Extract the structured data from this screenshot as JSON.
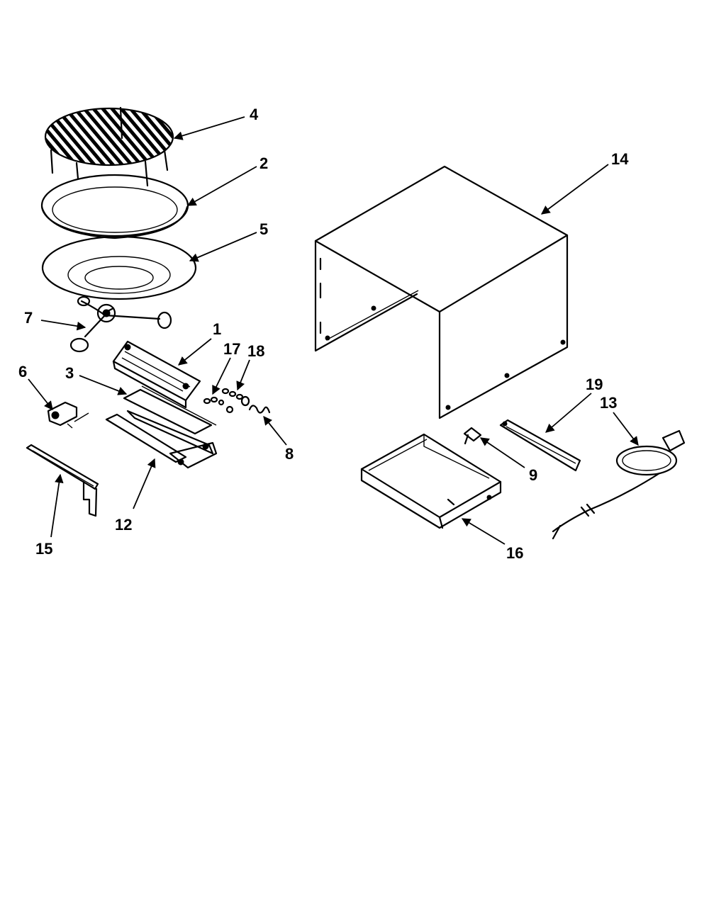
{
  "callouts": [
    {
      "id": "4",
      "label": "4"
    },
    {
      "id": "2",
      "label": "2"
    },
    {
      "id": "5",
      "label": "5"
    },
    {
      "id": "7",
      "label": "7"
    },
    {
      "id": "1",
      "label": "1"
    },
    {
      "id": "17",
      "label": "17"
    },
    {
      "id": "18",
      "label": "18"
    },
    {
      "id": "3",
      "label": "3"
    },
    {
      "id": "6",
      "label": "6"
    },
    {
      "id": "8",
      "label": "8"
    },
    {
      "id": "12",
      "label": "12"
    },
    {
      "id": "15",
      "label": "15"
    },
    {
      "id": "14",
      "label": "14"
    },
    {
      "id": "19",
      "label": "19"
    },
    {
      "id": "13",
      "label": "13"
    },
    {
      "id": "9",
      "label": "9"
    },
    {
      "id": "16",
      "label": "16"
    }
  ]
}
